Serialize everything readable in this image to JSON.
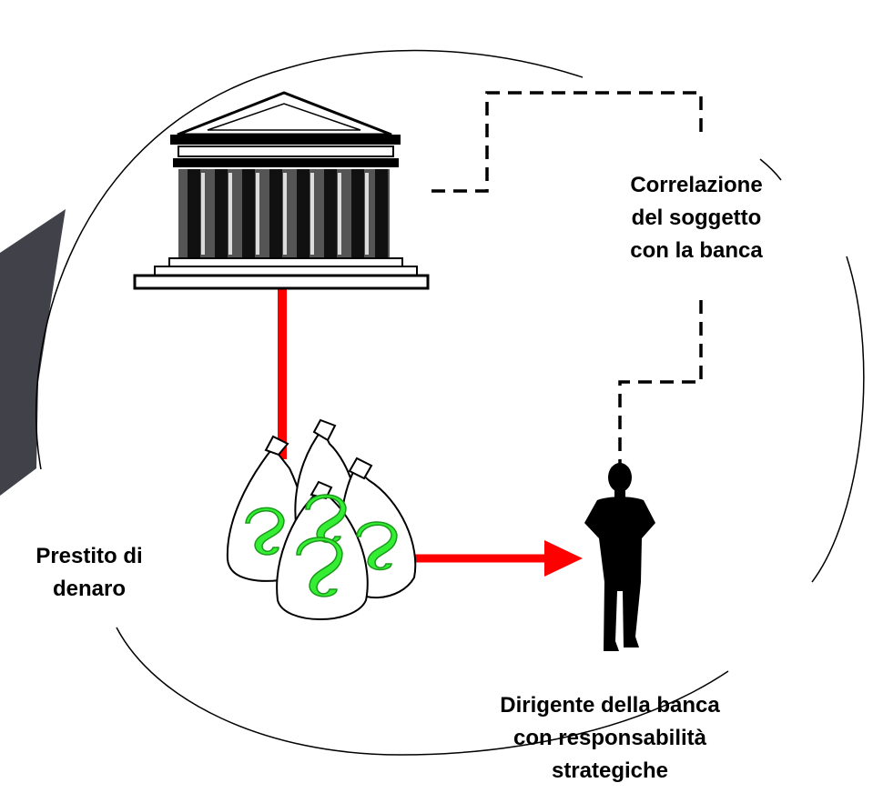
{
  "colors": {
    "background": "#ffffff",
    "outline": "#000000",
    "red_connector": "#ff0000",
    "dashed_connector": "#000000",
    "dark_tab": "#414149",
    "dollar_sign": "#33ee33"
  },
  "icons": {
    "bank": "bank-building-icon",
    "money": "money-bags-icon",
    "person": "businessman-silhouette-icon"
  },
  "labels": {
    "correlation": [
      "Correlazione",
      "del soggetto",
      "con la banca"
    ],
    "loan": [
      "Prestito di",
      "denaro"
    ],
    "manager": [
      "Dirigente della banca",
      "con responsabilità",
      "strategiche"
    ]
  }
}
